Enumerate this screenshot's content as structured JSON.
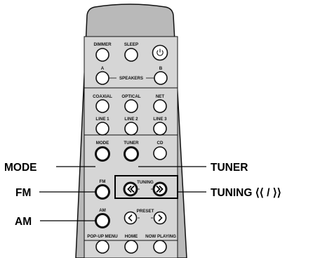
{
  "colors": {
    "body": "#b9b9b9",
    "outline": "#111111",
    "highlight": "#000000"
  },
  "remote": {
    "row1": {
      "dimmer": "DIMMER",
      "sleep": "SLEEP",
      "power_icon": "power-icon"
    },
    "speakers": {
      "a": "A",
      "b": "B",
      "label": "SPEAKERS"
    },
    "row3": {
      "coaxial": "COAXIAL",
      "optical": "OPTICAL",
      "net": "NET"
    },
    "row4": {
      "line1": "LINE 1",
      "line2": "LINE 2",
      "line3": "LINE 3"
    },
    "row5": {
      "mode": "MODE",
      "tuner": "TUNER",
      "cd": "CD"
    },
    "tuning_label": "TUNING",
    "tuning_down_icon": "double-chevron-left-icon",
    "tuning_up_icon": "double-chevron-right-icon",
    "fm": "FM",
    "am": "AM",
    "preset_label": "PRESET",
    "preset_down_icon": "chevron-left-icon",
    "preset_up_icon": "chevron-right-icon",
    "bottom": {
      "popup": "POP-UP MENU",
      "home": "HOME",
      "now_playing": "NOW PLAYING"
    }
  },
  "callouts": {
    "mode": "MODE",
    "fm": "FM",
    "am": "AM",
    "tuner": "TUNER",
    "tuning": "TUNING ⟨⟨ / ⟩⟩"
  }
}
